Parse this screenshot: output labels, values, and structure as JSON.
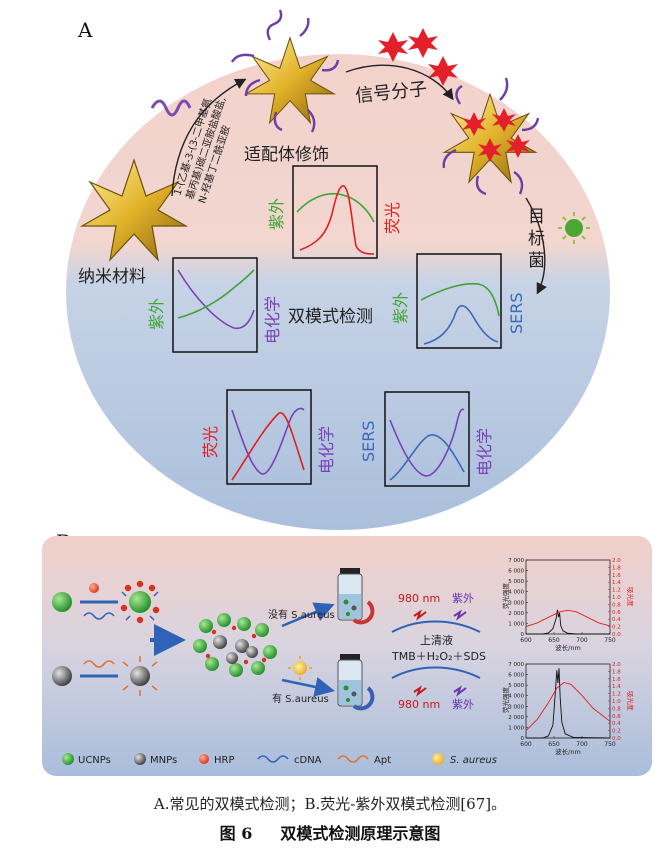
{
  "panel_a": {
    "label": "A",
    "nanomaterial": "纳米材料",
    "aptamer_mod": "适配体修饰",
    "reagent_lines": [
      "1-(乙基-3-(3-二甲基氨",
      "基丙基)碳二亚胺盐酸盐,",
      "N-羟基丁二酰亚胺"
    ],
    "signal": "信号分子",
    "target": [
      "目",
      "标",
      "菌"
    ],
    "dual": "双模式检测",
    "uv": "紫外",
    "fl": "荧光",
    "ec": "电化学",
    "sers": "SERS"
  },
  "panel_b": {
    "label": "B",
    "no_sa": "没有 S.aureus",
    "has_sa": "有 S.aureus",
    "nm980": "980 nm",
    "uv": "紫外",
    "supernatant": "上清液",
    "tmb": "TMB＋H₂O₂＋SDS",
    "y_left": "荧光强度",
    "y_right": "吸光度",
    "x_label": "波长/nm",
    "x_ticks": [
      "600",
      "650",
      "700",
      "750"
    ],
    "y_left_ticks": [
      "0",
      "1 000",
      "2 000",
      "3 000",
      "4 000",
      "5 000",
      "6 000",
      "7 000"
    ],
    "y_right_ticks": [
      "0.0",
      "0.2",
      "0.4",
      "0.6",
      "0.8",
      "1.0",
      "1.2",
      "1.4",
      "1.6",
      "1.8",
      "2.0"
    ],
    "legend": [
      "UCNPs",
      "MNPs",
      "HRP",
      "cDNA",
      "Apt",
      "S. aureus"
    ],
    "colors": {
      "fluorescence": "#111111",
      "absorbance": "#e0201c",
      "uv": "#6a35b0",
      "laser": "#e0201c"
    }
  },
  "caption": "A.常见的双模式检测；B.荧光-紫外双模式检测[67]。",
  "caption_fig": "图 6",
  "caption_title": "双模式检测原理示意图"
}
